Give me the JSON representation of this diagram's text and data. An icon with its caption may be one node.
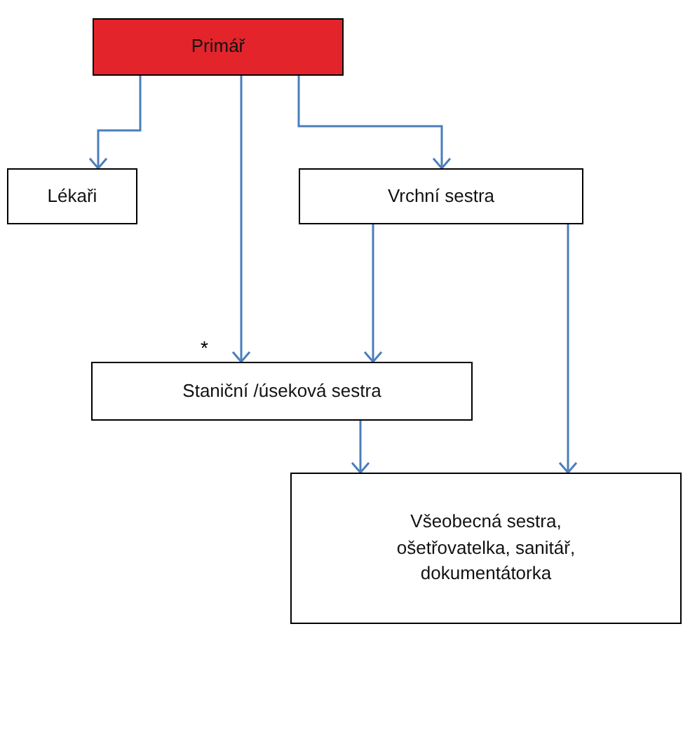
{
  "diagram": {
    "nodes": [
      {
        "text": [
          "Primář"
        ]
      },
      {
        "text": [
          "Lékaři"
        ]
      },
      {
        "text": [
          "Vrchní sestra"
        ]
      },
      {
        "text": [
          "Staniční /úseková sestra"
        ]
      },
      {
        "text": [
          "Všeobecná sestra, ošetřovatelka, sanitář, dokumentátorka"
        ]
      }
    ],
    "edges": [
      {
        "from": 0,
        "to": 1,
        "arrow": "to"
      },
      {
        "from": 0,
        "to": 3,
        "arrow": "to"
      },
      {
        "from": 0,
        "to": 2,
        "arrow": "to"
      },
      {
        "from": 2,
        "to": 3,
        "arrow": "to"
      },
      {
        "from": 3,
        "to": 4,
        "arrow": "to"
      },
      {
        "from": 2,
        "to": 4,
        "arrow": "to"
      }
    ],
    "labels": [
      "*"
    ]
  }
}
